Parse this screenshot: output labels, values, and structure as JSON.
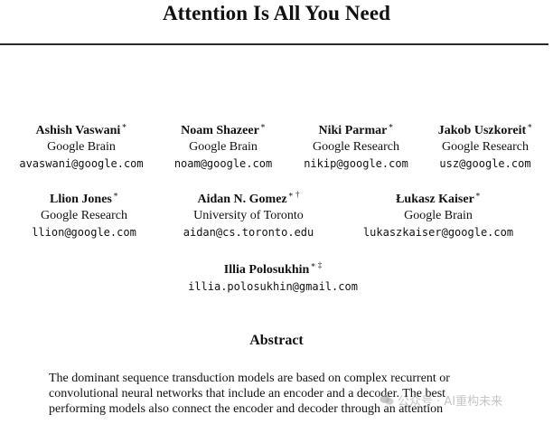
{
  "paper": {
    "title": "Attention Is All You Need",
    "authors": [
      {
        "name": "Ashish Vaswani",
        "mark": "∗",
        "affiliation": "Google Brain",
        "email": "avaswani@google.com"
      },
      {
        "name": "Noam Shazeer",
        "mark": "∗",
        "affiliation": "Google Brain",
        "email": "noam@google.com"
      },
      {
        "name": "Niki Parmar",
        "mark": "∗",
        "affiliation": "Google Research",
        "email": "nikip@google.com"
      },
      {
        "name": "Jakob Uszkoreit",
        "mark": "∗",
        "affiliation": "Google Research",
        "email": "usz@google.com"
      },
      {
        "name": "Llion Jones",
        "mark": "∗",
        "affiliation": "Google Research",
        "email": "llion@google.com"
      },
      {
        "name": "Aidan N. Gomez",
        "mark": "∗ †",
        "affiliation": "University of Toronto",
        "email": "aidan@cs.toronto.edu"
      },
      {
        "name": "Łukasz Kaiser",
        "mark": "∗",
        "affiliation": "Google Brain",
        "email": "lukaszkaiser@google.com"
      },
      {
        "name": "Illia Polosukhin",
        "mark": "∗ ‡",
        "affiliation": "",
        "email": "illia.polosukhin@gmail.com"
      }
    ],
    "abstract_heading": "Abstract",
    "abstract_lines": [
      "The dominant sequence transduction models are based on complex recurrent or",
      "convolutional neural networks that include an encoder and a decoder. The best",
      "performing models also connect the encoder and decoder through an attention"
    ]
  },
  "watermark": {
    "text": "公众号 · AI重构未来",
    "icon": "wechat-icon"
  }
}
